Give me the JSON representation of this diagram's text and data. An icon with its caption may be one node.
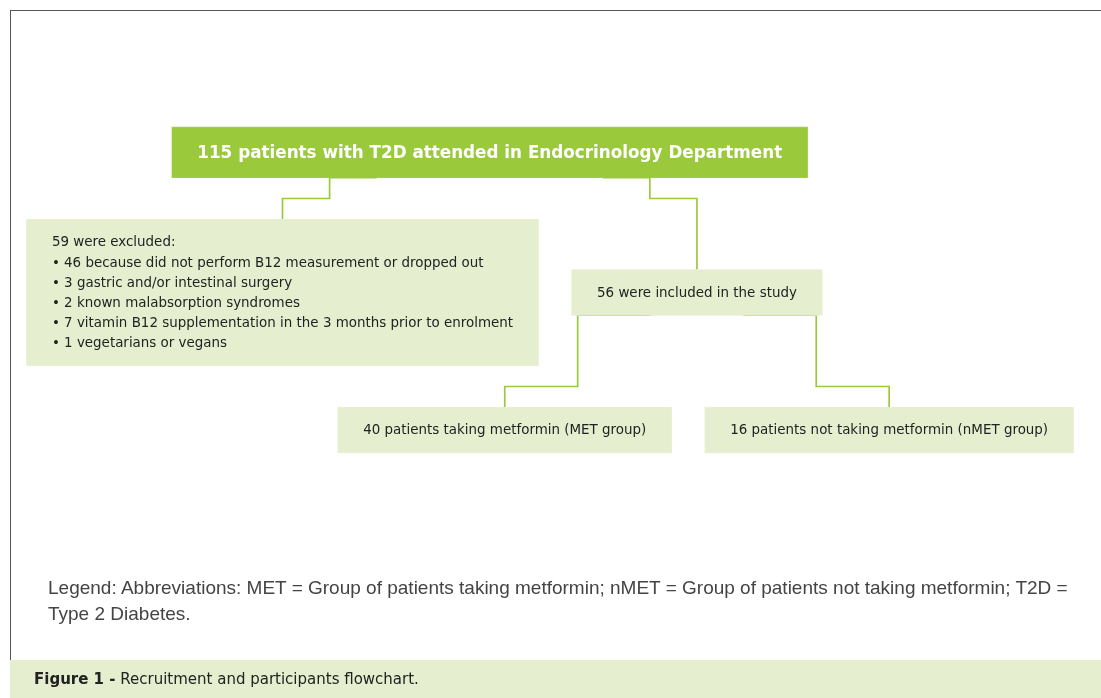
{
  "diagram": {
    "caption": "**Figure 1 -** Recruitment and participants flowchart.",
    "nodes": [
      {
        "text": [
          "115 patients with T2D attended in Endocrinology Department"
        ]
      },
      {
        "text": [
          "59 were excluded:",
          "• 46 because did not perform B12 measurement or dropped out",
          "• 3 gastric and/or intestinal surgery",
          "• 2 known malabsorption syndromes",
          "• 7 vitamin B12 supplementation in the 3 months prior to enrolment",
          "• 1 vegetarians or vegans"
        ]
      },
      {
        "text": [
          "56 were included in the study"
        ]
      },
      {
        "text": [
          "40 patients taking metformin (MET group)"
        ]
      },
      {
        "text": [
          "16 patients not taking metformin (nMET group)"
        ]
      }
    ],
    "edges": [
      {
        "from": 0,
        "to": 1,
        "arrow": "none"
      },
      {
        "from": 0,
        "to": 2,
        "arrow": "none"
      },
      {
        "from": 2,
        "to": 3,
        "arrow": "none"
      },
      {
        "from": 2,
        "to": 4,
        "arrow": "none"
      }
    ],
    "labels": [
      "Legend: Abbreviations: MET = Group of patients taking metformin; nMET = Group of patients not taking metformin; T2D = Type 2 Diabetes."
    ]
  }
}
